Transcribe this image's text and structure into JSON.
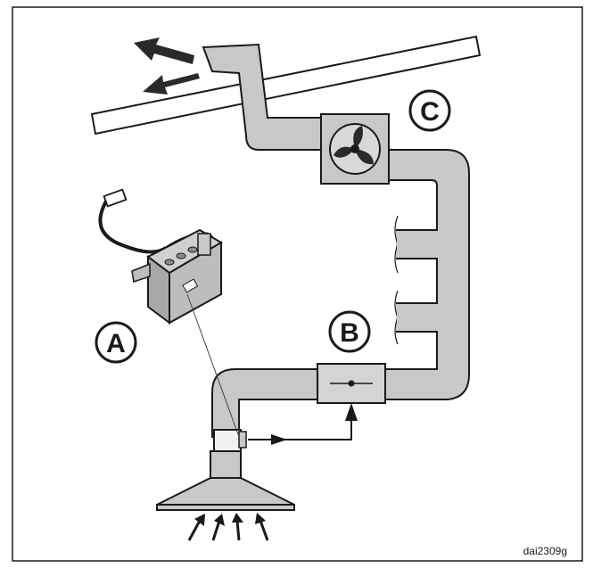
{
  "diagram": {
    "labels": {
      "a": "A",
      "b": "B",
      "c": "C"
    },
    "code": "dai2309g",
    "colors": {
      "duct": "#c8c8c8",
      "outline": "#1a1a1a",
      "device": "#bdbdbd",
      "background": "#ffffff"
    },
    "icons": [
      "fan-icon",
      "damper-icon",
      "sensor-icon",
      "exhaust-arrow-icon",
      "intake-arrow-icon",
      "signal-arrow-icon"
    ]
  }
}
